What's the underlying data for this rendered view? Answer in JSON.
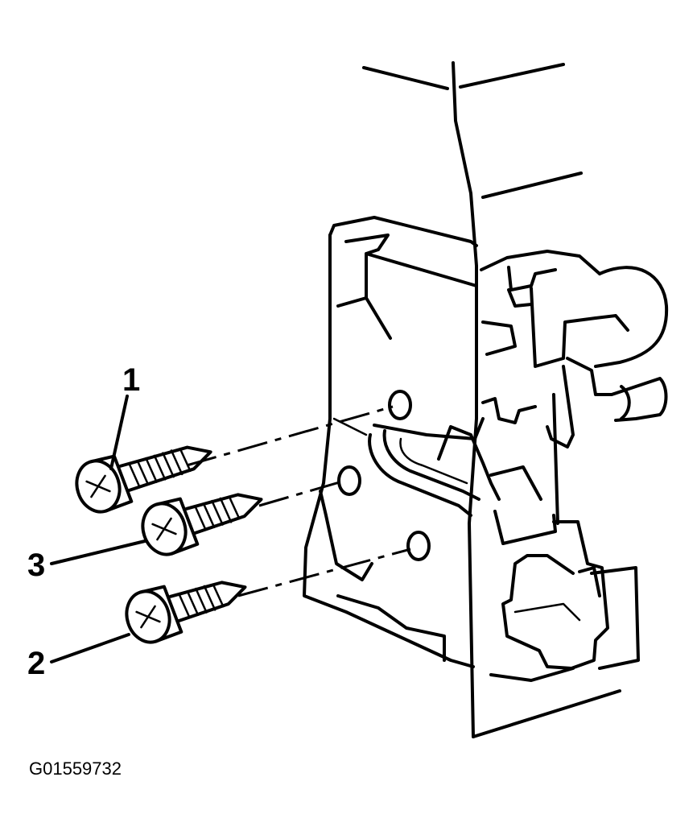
{
  "callouts": {
    "screw_1": "1",
    "screw_2": "2",
    "screw_3": "3"
  },
  "figure_id": "G01559732",
  "colors": {
    "line": "#000000",
    "background": "#ffffff"
  }
}
